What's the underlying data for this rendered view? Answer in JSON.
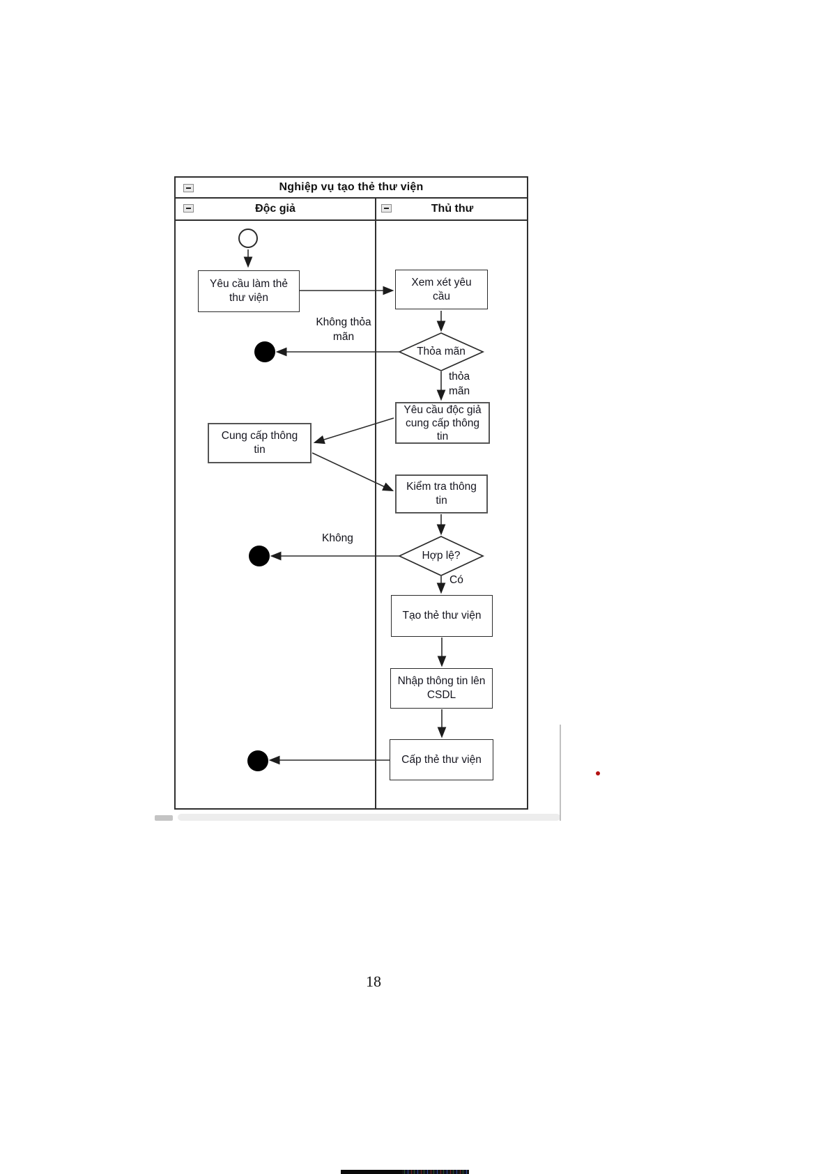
{
  "page": {
    "number": "18"
  },
  "diagram": {
    "title": "Nghiệp vụ tạo thẻ thư viện",
    "lanes": [
      {
        "label": "Độc giả"
      },
      {
        "label": "Thủ thư"
      }
    ],
    "nodes": {
      "request_card": [
        "Yêu cầu làm thẻ",
        "thư viện"
      ],
      "review_request": [
        "Xem xét yêu",
        "cầu"
      ],
      "satisfied_decision": "Thỏa mãn",
      "request_info": [
        "Yêu cầu độc giả",
        "cung cấp thông",
        "tin"
      ],
      "provide_info": [
        "Cung cấp thông",
        "tin"
      ],
      "check_info": [
        "Kiểm tra thông",
        "tin"
      ],
      "valid_decision": "Hợp lệ?",
      "create_card": [
        "Tạo thẻ thư viện"
      ],
      "enter_db": [
        "Nhập thông tin lên",
        "CSDL"
      ],
      "issue_card": [
        "Cấp thẻ thư viện"
      ]
    },
    "edge_labels": {
      "not_satisfied": [
        "Không thỏa",
        "mãn"
      ],
      "satisfied": [
        "thỏa",
        "mãn"
      ],
      "invalid": "Không",
      "valid": "Có"
    },
    "colors": {
      "line": "#2b2b2b",
      "end_node": "#000000",
      "accent_dot": "#b31111"
    }
  }
}
